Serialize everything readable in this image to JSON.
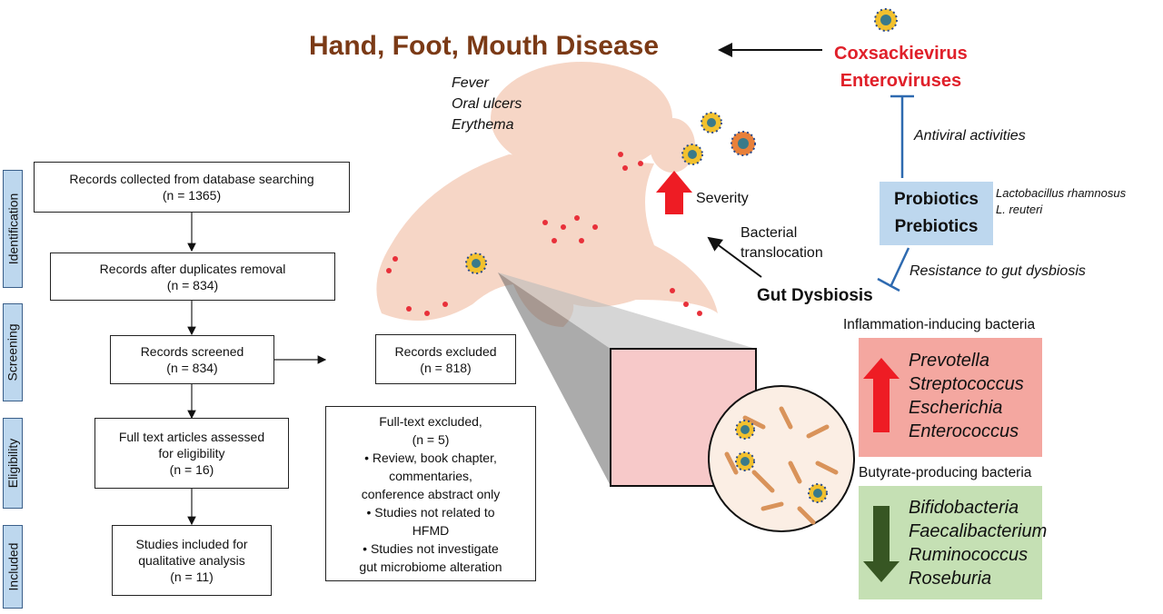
{
  "title": "Hand, Foot, Mouth Disease",
  "virus": {
    "line1": "Coxsackievirus",
    "line2": "Enteroviruses"
  },
  "symptoms": [
    "Fever",
    "Oral ulcers",
    "Erythema"
  ],
  "severity": "Severity",
  "translocation": [
    "Bacterial",
    "translocation"
  ],
  "gut_dysbiosis": "Gut Dysbiosis",
  "antiviral": "Antiviral activities",
  "resistance": "Resistance to gut dysbiosis",
  "probiotics": {
    "line1": "Probiotics",
    "line2": "Prebiotics",
    "species": [
      "Lactobacillus rhamnosus",
      "L. reuteri"
    ]
  },
  "inflammation": {
    "label": "Inflammation-inducing bacteria",
    "genera": [
      "Prevotella",
      "Streptococcus",
      "Escherichia",
      "Enterococcus"
    ],
    "color": "#f4a7a0"
  },
  "butyrate": {
    "label": "Butyrate-producing bacteria",
    "genera": [
      "Bifidobacteria",
      "Faecalibacterium",
      "Ruminococcus",
      "Roseburia"
    ],
    "color": "#c5e0b4"
  },
  "stages": [
    "Identification",
    "Screening",
    "Eligibility",
    "Included"
  ],
  "flow": {
    "b1": [
      "Records collected from database searching",
      "(n = 1365)"
    ],
    "b2": [
      "Records after duplicates removal",
      "(n = 834)"
    ],
    "b3": [
      "Records screened",
      "(n = 834)"
    ],
    "b3x": [
      "Records excluded",
      "(n = 818)"
    ],
    "b4": [
      "Full text articles assessed",
      "for eligibility",
      "(n = 16)"
    ],
    "b4x": [
      "Full-text excluded,",
      "(n = 5)",
      "• Review, book chapter,",
      "commentaries,",
      "conference abstract only",
      "• Studies not related to",
      "HFMD",
      "• Studies not investigate",
      "gut microbiome alteration"
    ],
    "b5": [
      "Studies included for",
      "qualitative analysis",
      "(n = 11)"
    ]
  }
}
